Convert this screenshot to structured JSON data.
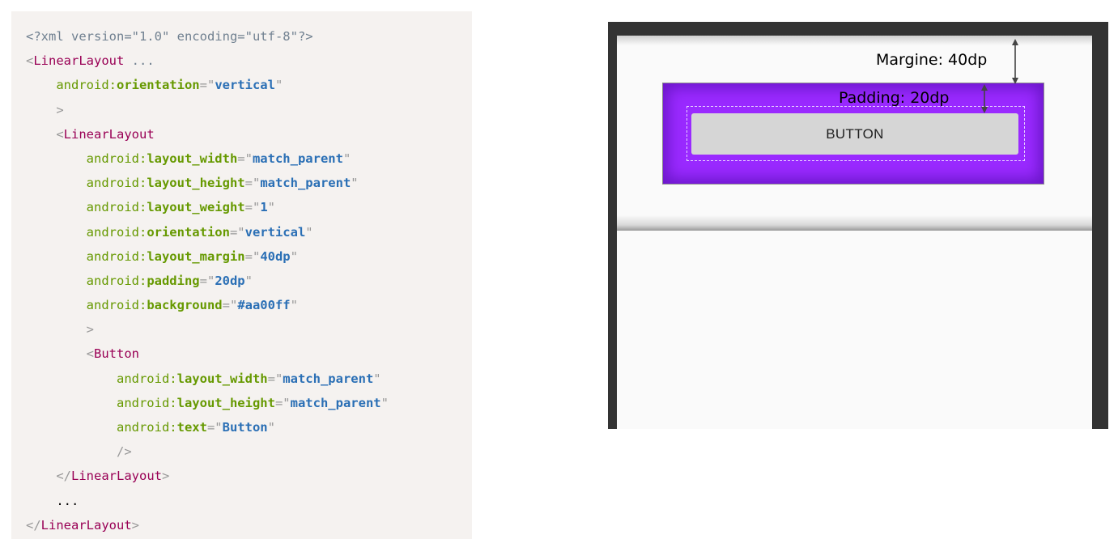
{
  "code": {
    "lines": [
      [
        {
          "c": "decl",
          "t": "<?xml version=\"1.0\" encoding=\"utf-8\"?>"
        }
      ],
      [
        {
          "c": "punc",
          "t": "<"
        },
        {
          "c": "tag",
          "t": "LinearLayout"
        },
        {
          "c": "decl",
          "t": " ..."
        }
      ],
      [
        {
          "c": "",
          "t": "    "
        },
        {
          "c": "ns",
          "t": "android:"
        },
        {
          "c": "attr",
          "t": "orientation"
        },
        {
          "c": "punc",
          "t": "=\""
        },
        {
          "c": "val",
          "t": "vertical"
        },
        {
          "c": "punc",
          "t": "\""
        }
      ],
      [
        {
          "c": "",
          "t": "    "
        },
        {
          "c": "punc",
          "t": ">"
        }
      ],
      [
        {
          "c": "",
          "t": "    "
        },
        {
          "c": "punc",
          "t": "<"
        },
        {
          "c": "tag",
          "t": "LinearLayout"
        }
      ],
      [
        {
          "c": "",
          "t": "        "
        },
        {
          "c": "ns",
          "t": "android:"
        },
        {
          "c": "attr",
          "t": "layout_width"
        },
        {
          "c": "punc",
          "t": "=\""
        },
        {
          "c": "val",
          "t": "match_parent"
        },
        {
          "c": "punc",
          "t": "\""
        }
      ],
      [
        {
          "c": "",
          "t": "        "
        },
        {
          "c": "ns",
          "t": "android:"
        },
        {
          "c": "attr",
          "t": "layout_height"
        },
        {
          "c": "punc",
          "t": "=\""
        },
        {
          "c": "val",
          "t": "match_parent"
        },
        {
          "c": "punc",
          "t": "\""
        }
      ],
      [
        {
          "c": "",
          "t": "        "
        },
        {
          "c": "ns",
          "t": "android:"
        },
        {
          "c": "attr",
          "t": "layout_weight"
        },
        {
          "c": "punc",
          "t": "=\""
        },
        {
          "c": "val",
          "t": "1"
        },
        {
          "c": "punc",
          "t": "\""
        }
      ],
      [
        {
          "c": "",
          "t": "        "
        },
        {
          "c": "ns",
          "t": "android:"
        },
        {
          "c": "attr",
          "t": "orientation"
        },
        {
          "c": "punc",
          "t": "=\""
        },
        {
          "c": "val",
          "t": "vertical"
        },
        {
          "c": "punc",
          "t": "\""
        }
      ],
      [
        {
          "c": "",
          "t": "        "
        },
        {
          "c": "ns",
          "t": "android:"
        },
        {
          "c": "attr",
          "t": "layout_margin"
        },
        {
          "c": "punc",
          "t": "=\""
        },
        {
          "c": "val",
          "t": "40dp"
        },
        {
          "c": "punc",
          "t": "\""
        }
      ],
      [
        {
          "c": "",
          "t": "        "
        },
        {
          "c": "ns",
          "t": "android:"
        },
        {
          "c": "attr",
          "t": "padding"
        },
        {
          "c": "punc",
          "t": "=\""
        },
        {
          "c": "val",
          "t": "20dp"
        },
        {
          "c": "punc",
          "t": "\""
        }
      ],
      [
        {
          "c": "",
          "t": "        "
        },
        {
          "c": "ns",
          "t": "android:"
        },
        {
          "c": "attr",
          "t": "background"
        },
        {
          "c": "punc",
          "t": "=\""
        },
        {
          "c": "val",
          "t": "#aa00ff"
        },
        {
          "c": "punc",
          "t": "\""
        }
      ],
      [
        {
          "c": "",
          "t": "        "
        },
        {
          "c": "punc",
          "t": ">"
        }
      ],
      [
        {
          "c": "",
          "t": "        "
        },
        {
          "c": "punc",
          "t": "<"
        },
        {
          "c": "tag",
          "t": "Button"
        }
      ],
      [
        {
          "c": "",
          "t": "            "
        },
        {
          "c": "ns",
          "t": "android:"
        },
        {
          "c": "attr",
          "t": "layout_width"
        },
        {
          "c": "punc",
          "t": "=\""
        },
        {
          "c": "val",
          "t": "match_parent"
        },
        {
          "c": "punc",
          "t": "\""
        }
      ],
      [
        {
          "c": "",
          "t": "            "
        },
        {
          "c": "ns",
          "t": "android:"
        },
        {
          "c": "attr",
          "t": "layout_height"
        },
        {
          "c": "punc",
          "t": "=\""
        },
        {
          "c": "val",
          "t": "match_parent"
        },
        {
          "c": "punc",
          "t": "\""
        }
      ],
      [
        {
          "c": "",
          "t": "            "
        },
        {
          "c": "ns",
          "t": "android:"
        },
        {
          "c": "attr",
          "t": "text"
        },
        {
          "c": "punc",
          "t": "=\""
        },
        {
          "c": "val",
          "t": "Button"
        },
        {
          "c": "punc",
          "t": "\""
        }
      ],
      [
        {
          "c": "",
          "t": "            "
        },
        {
          "c": "punc",
          "t": "/>"
        }
      ],
      [
        {
          "c": "",
          "t": "    "
        },
        {
          "c": "punc",
          "t": "</"
        },
        {
          "c": "tag",
          "t": "LinearLayout"
        },
        {
          "c": "punc",
          "t": ">"
        }
      ],
      [
        {
          "c": "",
          "t": "    ..."
        }
      ],
      [
        {
          "c": "punc",
          "t": "</"
        },
        {
          "c": "tag",
          "t": "LinearLayout"
        },
        {
          "c": "punc",
          "t": ">"
        }
      ]
    ]
  },
  "preview": {
    "button_label": "BUTTON",
    "margin_label": "Margine: 40dp",
    "padding_label": "Padding: 20dp",
    "background_color": "#aa00ff"
  }
}
